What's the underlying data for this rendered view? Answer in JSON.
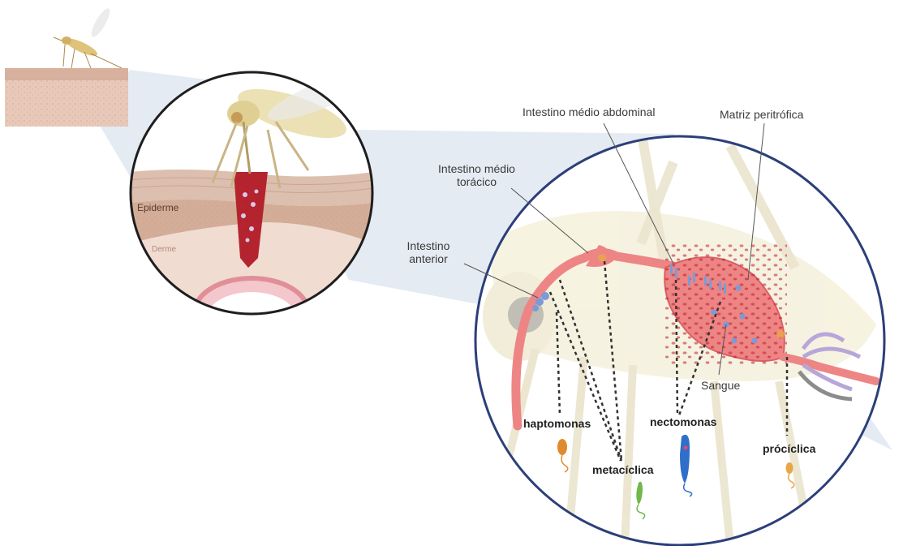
{
  "labels": {
    "midgut_abdominal": "Intestino médio abdominal",
    "peritrophic_matrix": "Matriz peritrófica",
    "midgut_thoracic_line1": "Intestino médio",
    "midgut_thoracic_line2": "torácico",
    "foregut_line1": "Intestino",
    "foregut_line2": "anterior",
    "blood": "Sangue",
    "haptomonas": "haptomonas",
    "nectomonas": "nectomonas",
    "metacyclic": "metacíclica",
    "procyclic": "prócíclica",
    "epidermis": "Epiderme",
    "dermis": "Derme"
  },
  "colors": {
    "circle_border": "#2c3f7a",
    "projection_fill": "#dfe7f1",
    "midgut_fill": "#ee8585",
    "midgut_stroke": "#d95f63",
    "blood_cells": "#c2202e",
    "parasite_blue": "#7c9bd6",
    "haptomonas_color": "#e08a2e",
    "nectomonas_color": "#2f6fc9",
    "metacyclic_color": "#6fb84a",
    "procyclic_color": "#e8a745",
    "mosquito_body": "#e8dca8",
    "skin_epidermis": "#d9b8a6",
    "skin_dermis": "#ecd3c6"
  },
  "icons": [
    "sandfly-icon",
    "skin-block-icon",
    "haptomonas-parasite-icon",
    "nectomonas-parasite-icon",
    "metacyclic-parasite-icon",
    "procyclic-parasite-icon"
  ]
}
